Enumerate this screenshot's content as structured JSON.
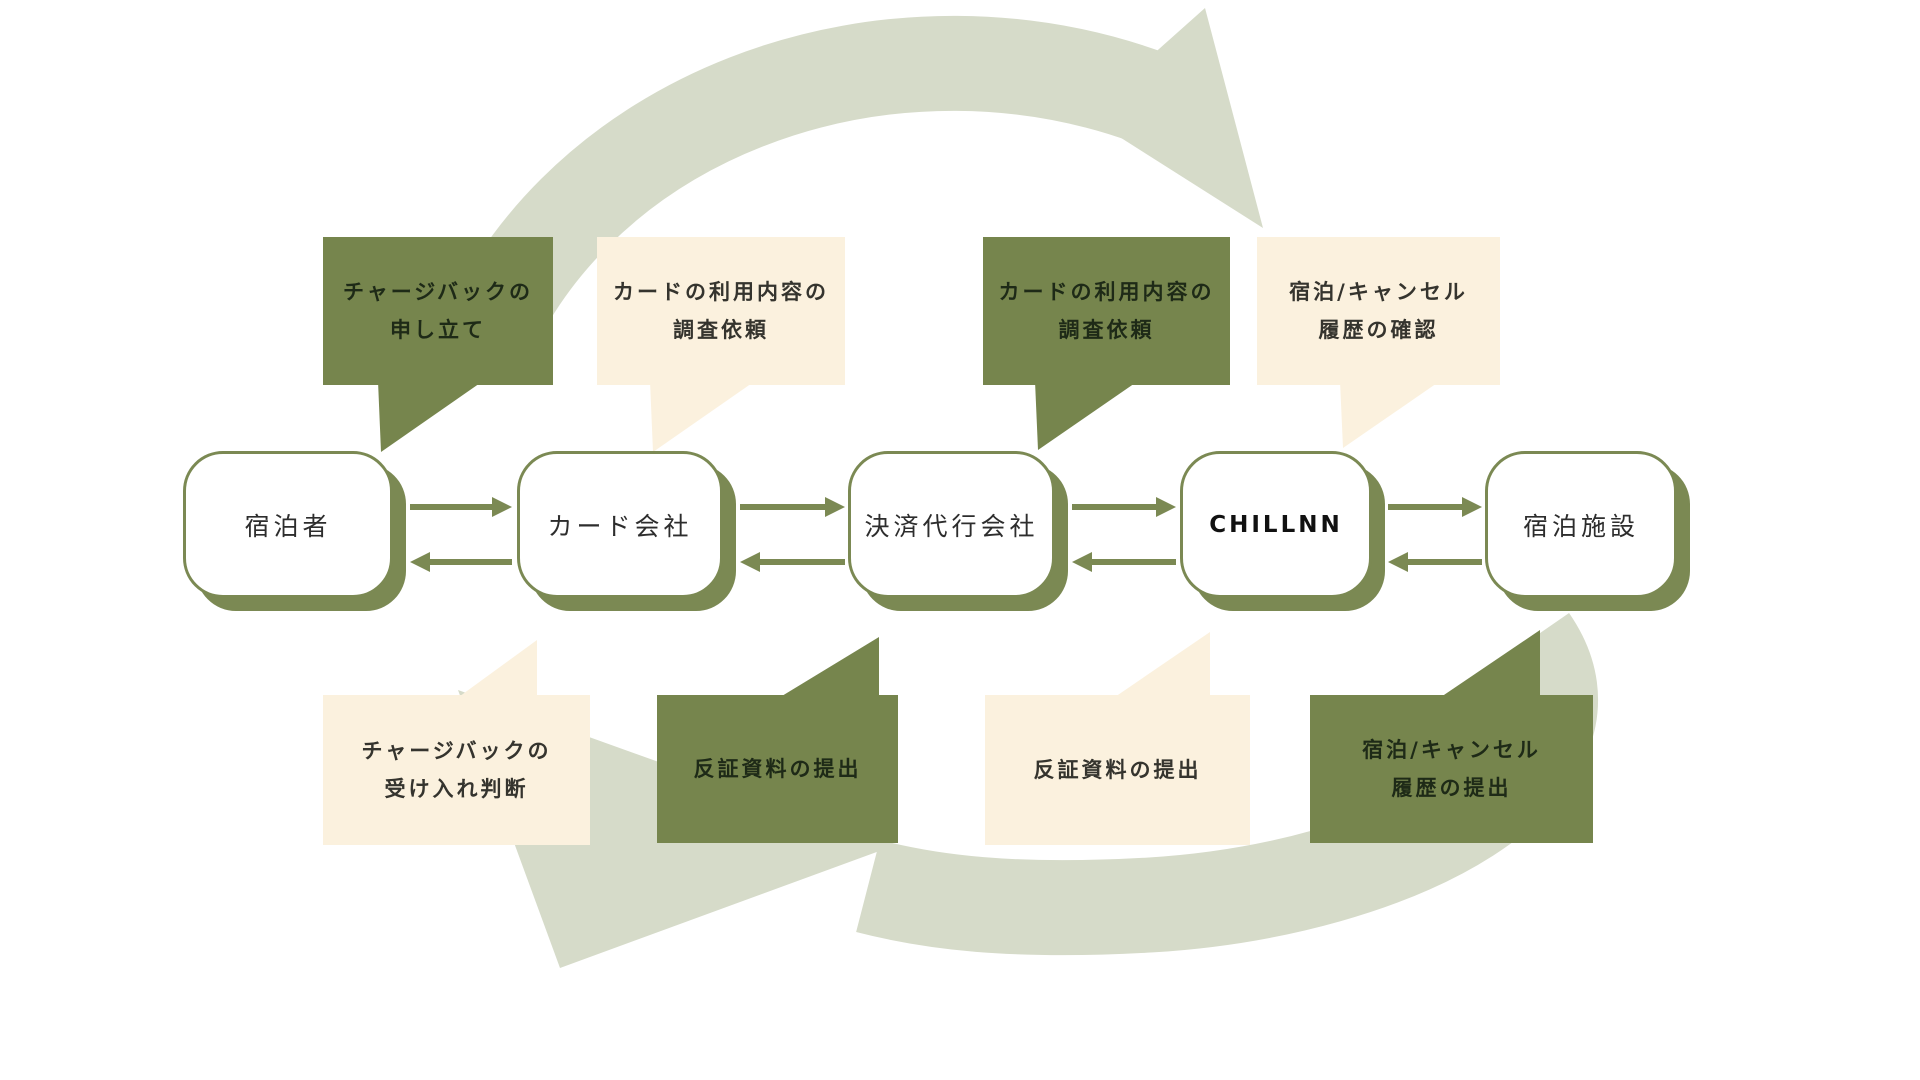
{
  "diagram": {
    "description": "chargeback-flow-cycle",
    "nodes": [
      {
        "id": "guest",
        "label": "宿泊者"
      },
      {
        "id": "card-company",
        "label": "カード会社"
      },
      {
        "id": "payment-agency",
        "label": "決済代行会社"
      },
      {
        "id": "chillnn",
        "label": "CHILLNN"
      },
      {
        "id": "hotel",
        "label": "宿泊施設"
      }
    ],
    "top_bubbles": [
      {
        "style": "green",
        "lines": [
          "チャージバックの",
          "申し立て"
        ]
      },
      {
        "style": "cream",
        "lines": [
          "カードの利用内容の",
          "調査依頼"
        ]
      },
      {
        "style": "green",
        "lines": [
          "カードの利用内容の",
          "調査依頼"
        ]
      },
      {
        "style": "cream",
        "lines": [
          "宿泊/キャンセル",
          "履歴の確認"
        ]
      }
    ],
    "bottom_bubbles": [
      {
        "style": "cream",
        "lines": [
          "チャージバックの",
          "受け入れ判断"
        ]
      },
      {
        "style": "green",
        "lines": [
          "反証資料の提出"
        ]
      },
      {
        "style": "cream",
        "lines": [
          "反証資料の提出"
        ]
      },
      {
        "style": "green",
        "lines": [
          "宿泊/キャンセル",
          "履歴の提出"
        ]
      }
    ],
    "colors": {
      "olive": "#76854D",
      "cream": "#FBF1DE",
      "sage": "#D6DBC9",
      "node_border": "#7B8953",
      "node_fill": "#FFFFFF",
      "node_text": "#2D2D2D",
      "green_bubble_text": "#1E2A17",
      "cream_bubble_text": "#35342E"
    }
  }
}
